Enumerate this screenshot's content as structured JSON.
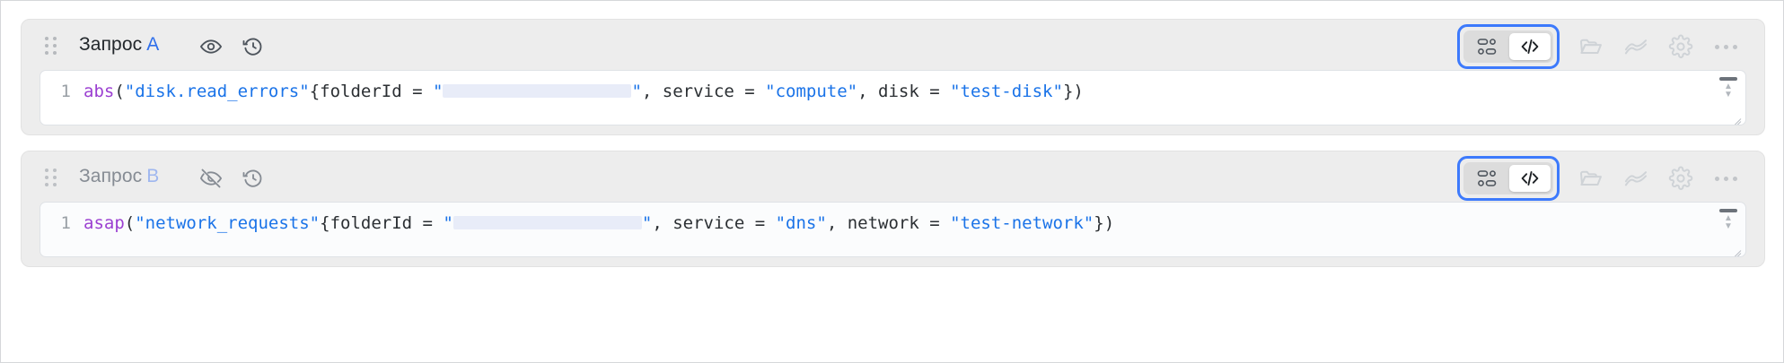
{
  "rows": [
    {
      "id": "a",
      "title": "Запрос",
      "badge": "A",
      "visibility_icon": "eye-icon",
      "visibility_state": "visible",
      "history_icon": "history-icon",
      "drag_handle_icon": "drag-handle-icon",
      "line_number": "1",
      "code": {
        "fn": "abs",
        "open_paren": "(",
        "metric": "\"disk.read_errors\"",
        "brace_open": "{",
        "label1": "folderId = ",
        "redacted_quote_open": "\"",
        "redacted_value": "",
        "redacted_quote_close": "\"",
        "sep1": ", ",
        "label2": "service = ",
        "value2": "\"compute\"",
        "sep2": ", ",
        "label3": "disk = ",
        "value3": "\"test-disk\"",
        "brace_close": "}",
        "close_paren": ")"
      },
      "toggle": {
        "builder_icon": "layout-builder-icon",
        "code_icon": "code-brackets-icon",
        "active": "code",
        "focused": true
      },
      "tools": [
        {
          "name": "folder-icon",
          "label": "folder"
        },
        {
          "name": "chart-lines-icon",
          "label": "chart"
        },
        {
          "name": "gear-icon",
          "label": "settings"
        },
        {
          "name": "more-icon",
          "label": "more"
        }
      ]
    },
    {
      "id": "b",
      "title": "Запрос",
      "badge": "B",
      "visibility_icon": "eye-off-icon",
      "visibility_state": "hidden",
      "history_icon": "history-icon",
      "drag_handle_icon": "drag-handle-icon",
      "line_number": "1",
      "code": {
        "fn": "asap",
        "open_paren": "(",
        "metric": "\"network_requests\"",
        "brace_open": "{",
        "label1": "folderId = ",
        "redacted_quote_open": "\"",
        "redacted_value": "",
        "redacted_quote_close": "\"",
        "sep1": ", ",
        "label2": "service = ",
        "value2": "\"dns\"",
        "sep2": ", ",
        "label3": "network = ",
        "value3": "\"test-network\"",
        "brace_close": "}",
        "close_paren": ")"
      },
      "toggle": {
        "builder_icon": "layout-builder-icon",
        "code_icon": "code-brackets-icon",
        "active": "code",
        "focused": true
      },
      "tools": [
        {
          "name": "folder-icon",
          "label": "folder"
        },
        {
          "name": "chart-lines-icon",
          "label": "chart"
        },
        {
          "name": "gear-icon",
          "label": "settings"
        },
        {
          "name": "more-icon",
          "label": "more"
        }
      ]
    }
  ],
  "colors": {
    "accent": "#3d7afc",
    "badge": "#2f6feb",
    "string": "#1a73e8",
    "function": "#9b3fd1",
    "text": "#2b2f33",
    "muted": "#868c94",
    "card_bg": "#ededed",
    "redacted": "#e8ecf8"
  }
}
